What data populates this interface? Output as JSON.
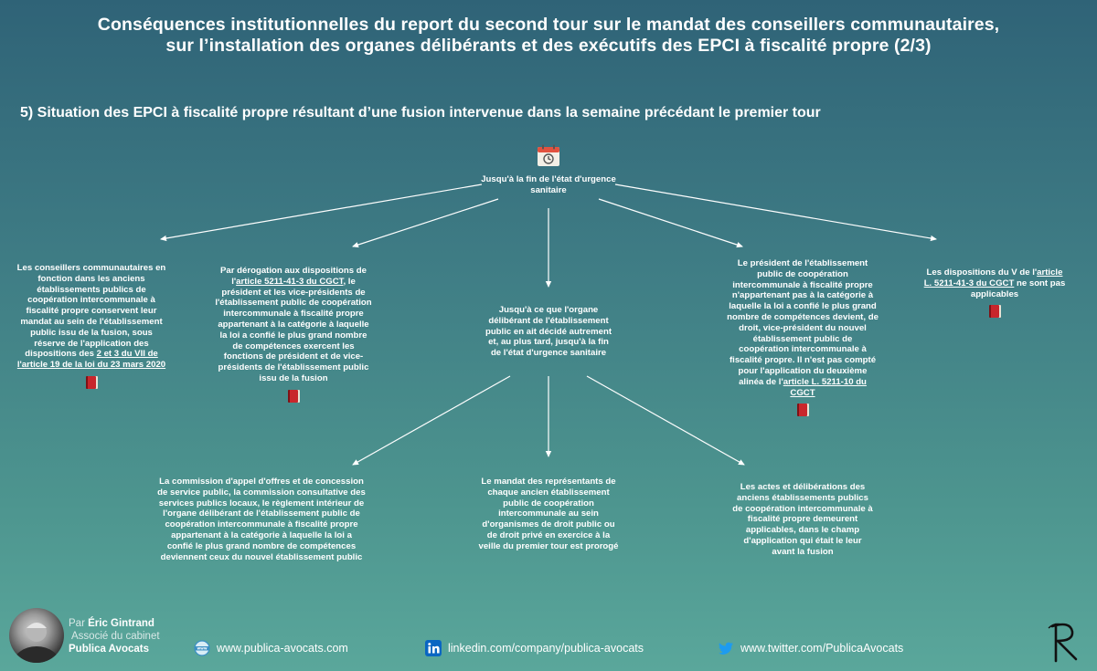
{
  "title": {
    "line1": "Conséquences institutionnelles du report du second tour sur le mandat des conseillers communautaires,",
    "line2": "sur l’installation des organes délibérants et des exécutifs des EPCI à fiscalité propre (2/3)"
  },
  "section_heading": "5) Situation des EPCI à fiscalité propre résultant d’une fusion intervenue dans la semaine précédant le premier tour",
  "root": {
    "icon": "calendar-clock-icon",
    "text": "Jusqu'à la fin de l'état d'urgence sanitaire"
  },
  "middle": {
    "text": "Jusqu'à ce que l'organe délibérant de l'établissement public en ait décidé autrement et, au plus tard, jusqu'à la fin de l'état d'urgence sanitaire"
  },
  "nodes": {
    "n1": {
      "before": "Les conseillers communautaires en fonction dans les anciens établissements publics de coopération intercommunale à fiscalité propre conservent leur mandat au sein de l'établissement public issu de la fusion, sous réserve de l'application des dispositions des ",
      "link": "2 et 3 du VII de l'article 19 de la loi du 23 mars 2020",
      "after": ""
    },
    "n2": {
      "before": "Par dérogation aux dispositions de l'",
      "link": "article 5211-41-3 du CGCT",
      "after": ", le président et les vice-présidents de l'établissement public de coopération intercommunale à fiscalité propre appartenant à la catégorie à laquelle la loi a confié le plus grand nombre de compétences exercent les fonctions de président et de vice-présidents de l'établissement public issu de la fusion"
    },
    "n3": {
      "before": "Le président de l'établissement public de coopération intercommunale à fiscalité propre n'appartenant pas à la catégorie à laquelle la loi a confié le plus grand nombre de compétences devient, de droit, vice-président du nouvel établissement public de coopération intercommunale à fiscalité propre. Il n'est pas compté pour l'application du deuxième alinéa de l'",
      "link": "article L. 5211-10 du CGCT",
      "after": ""
    },
    "n4": {
      "before": "Les dispositions du V de l'",
      "link": "article L. 5211-41-3 du CGCT",
      "after": " ne sont pas applicables"
    },
    "c1": "La commission d'appel d'offres et de concession de service public, la commission consultative des services publics locaux, le règlement intérieur de l'organe délibérant de l'établissement public de coopération intercommunale à fiscalité propre appartenant à la catégorie à laquelle la loi a confié le plus grand nombre de compétences deviennent ceux du nouvel établissement public",
    "c2": "Le mandat des représentants de chaque ancien établissement public de coopération intercommunale au sein d'organismes de droit public ou de droit privé en exercice à la veille du premier tour est prorogé",
    "c3": "Les actes et délibérations des anciens établissements publics de coopération intercommunale à fiscalité propre demeurent applicables, dans le champ d'application qui était le leur avant la fusion"
  },
  "book_icon": "book-icon",
  "footer": {
    "par": "Par",
    "author_name": "Éric Gintrand",
    "role": "Associé du cabinet",
    "firm": "Publica Avocats",
    "website": "www.publica-avocats.com",
    "linkedin": "linkedin.com/company/publica-avocats",
    "twitter": "www.twitter.com/PublicaAvocats"
  },
  "colors": {
    "background_top": "#2f6377",
    "background_bottom": "#5aa79b",
    "book_red": "#c8262c"
  }
}
